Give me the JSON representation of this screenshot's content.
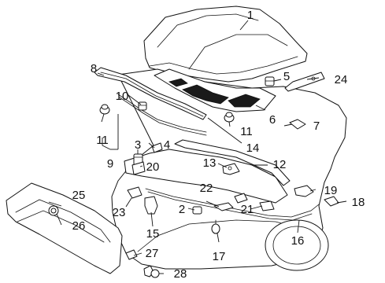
{
  "diagram": {
    "callouts": [
      "1",
      "2",
      "3",
      "4",
      "5",
      "6",
      "7",
      "8",
      "9",
      "10",
      "11",
      "11",
      "12",
      "13",
      "14",
      "15",
      "16",
      "17",
      "18",
      "19",
      "20",
      "21",
      "22",
      "23",
      "24",
      "25",
      "26",
      "27",
      "28"
    ]
  }
}
